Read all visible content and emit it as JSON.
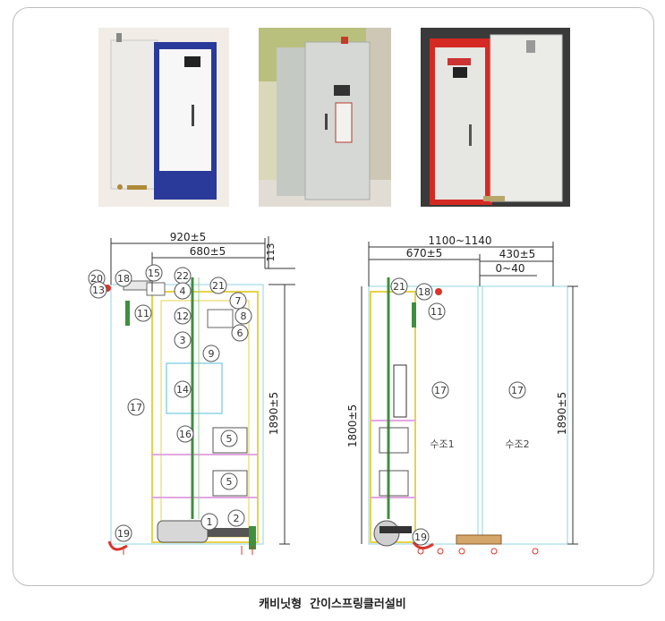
{
  "caption": {
    "left": "캐비닛형",
    "right": "간이스프링클러설비"
  },
  "colors": {
    "cabinet_outline": "#8fd3e6",
    "frame_yellow": "#e8d24a",
    "shelf_pink": "#e3a6e0",
    "pipe_green": "#3e8f3e",
    "red_part": "#d9352b",
    "label_circle": "#555555",
    "dimension_line": "#333333"
  },
  "left_view": {
    "dimensions": {
      "overall_width": "920±5",
      "cabinet_width": "680±5",
      "top_offset": "113",
      "height": "1890±5"
    },
    "part_labels": [
      "20",
      "18",
      "15",
      "22",
      "13",
      "4",
      "21",
      "7",
      "11",
      "12",
      "8",
      "6",
      "3",
      "9",
      "14",
      "17",
      "16",
      "5",
      "5",
      "1",
      "2",
      "19"
    ]
  },
  "right_view": {
    "dimensions": {
      "overall_width": "1100~1140",
      "tank_width": "670±5",
      "tank2_width": "430±5",
      "gap": "0~40",
      "inner_height": "1800±5",
      "height": "1890±5"
    },
    "part_labels": [
      "21",
      "18",
      "11",
      "17",
      "17",
      "19"
    ],
    "tank_labels": [
      "수조1",
      "수조2"
    ]
  }
}
